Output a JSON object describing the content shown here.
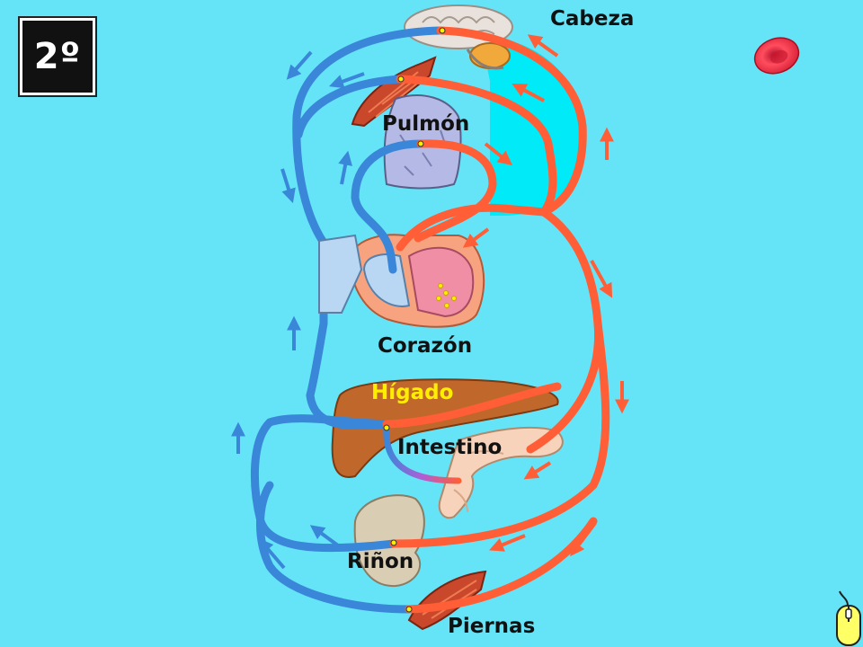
{
  "slide": {
    "step_label": "2º"
  },
  "labels": {
    "head": "Cabeza",
    "lung": "Pulmón",
    "heart": "Corazón",
    "liver": "Hígado",
    "intestine": "Intestino",
    "kidney": "Riñon",
    "legs": "Piernas"
  },
  "colors": {
    "background": "#66e4f7",
    "artery": "#ff5e37",
    "vein": "#3a86d8",
    "capillary": "#b25cd6",
    "label_default": "#111111",
    "label_highlight": "#ffee00",
    "lung_fill": "#b5b9e6",
    "liver_fill": "#c0682c",
    "heart_left": "#f08ea5",
    "heart_right": "#b9d6f3"
  },
  "icons": {
    "blood_cell": "red-blood-cell-icon",
    "mouse": "mouse-click-icon"
  }
}
